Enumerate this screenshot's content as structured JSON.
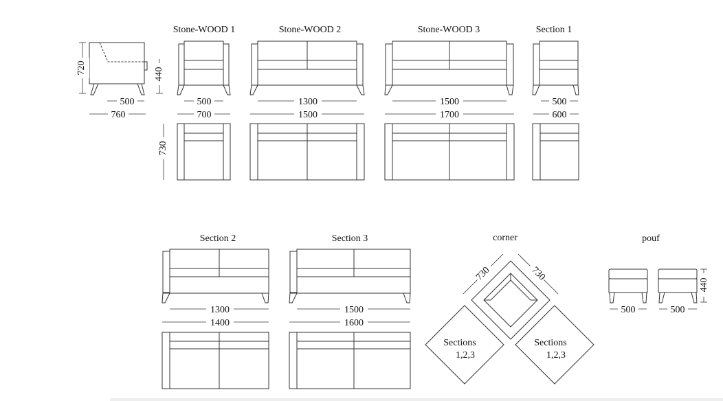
{
  "titles": {
    "sw1": "Stone-WOOD 1",
    "sw2": "Stone-WOOD 2",
    "sw3": "Stone-WOOD 3",
    "s1": "Section 1",
    "s2": "Section 2",
    "s3": "Section 3",
    "corner": "corner",
    "pouf": "pouf"
  },
  "dims": {
    "side_height": "720",
    "side_depth_inner": "500",
    "side_depth_outer": "760",
    "seat_height": "440",
    "sw1_inner": "500",
    "sw1_outer": "700",
    "sw2_inner": "1300",
    "sw2_outer": "1500",
    "sw3_inner": "1500",
    "sw3_outer": "1700",
    "s1_inner": "500",
    "s1_outer": "600",
    "top_depth": "730",
    "s2_inner": "1300",
    "s2_outer": "1400",
    "s3_inner": "1500",
    "s3_outer": "1600",
    "corner_left": "730",
    "corner_right": "730",
    "pouf_a": "500",
    "pouf_b": "500",
    "pouf_height": "440"
  },
  "corner_sections": {
    "label": "Sections",
    "numbers": "1,2,3"
  }
}
